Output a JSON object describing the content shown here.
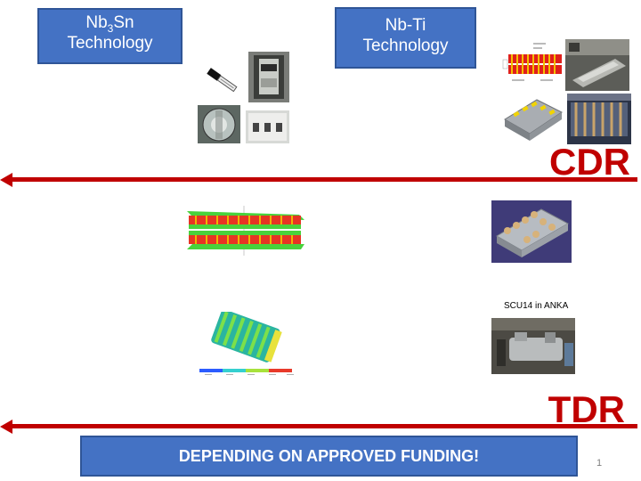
{
  "boxes": {
    "nb3sn": {
      "prefix": "Nb",
      "subscript": "3",
      "suffix": "Sn",
      "line2": "Technology"
    },
    "nbti": {
      "line1": "Nb-Ti",
      "line2": "Technology"
    }
  },
  "milestones": {
    "cdr": "CDR",
    "tdr": "TDR"
  },
  "captions": {
    "scu14": "SCU14 in ANKA"
  },
  "footer": {
    "funding_note": "DEPENDING ON APPROVED FUNDING!",
    "page_number": "1"
  },
  "colors": {
    "box_fill": "#4472c4",
    "milestone_red": "#c00000"
  }
}
